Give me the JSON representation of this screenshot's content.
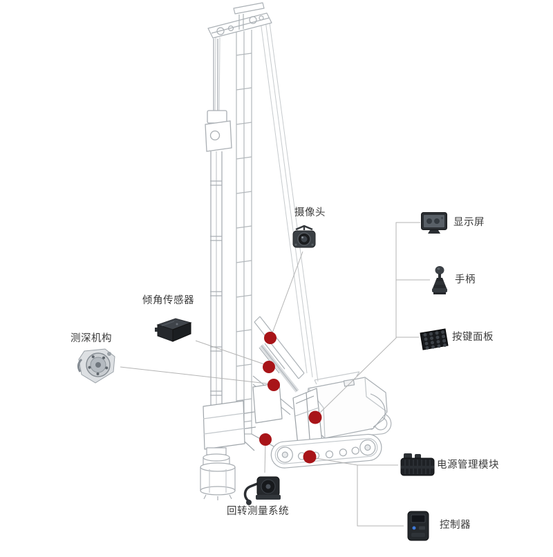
{
  "colors": {
    "marker": "#a81418",
    "callout_line": "#b3b3b3",
    "label_text": "#3b3b3b",
    "drawing_line": "#b2b7bb",
    "background": "#ffffff"
  },
  "components": {
    "camera": {
      "label": "摄像头",
      "icon": "camera-icon"
    },
    "display": {
      "label": "显示屏",
      "icon": "monitor-icon"
    },
    "joystick": {
      "label": "手柄",
      "icon": "joystick-icon"
    },
    "keypad": {
      "label": "按键面板",
      "icon": "keypad-icon"
    },
    "tilt_sensor": {
      "label": "倾角传感器",
      "icon": "tilt-sensor-icon"
    },
    "depth_mechanism": {
      "label": "测深机构",
      "icon": "depth-pulley-icon"
    },
    "rotation_system": {
      "label": "回转测量系统",
      "icon": "rotary-encoder-icon"
    },
    "power_module": {
      "label": "电源管理模块",
      "icon": "power-module-icon"
    },
    "controller": {
      "label": "控制器",
      "icon": "controller-icon"
    }
  },
  "markers": {
    "count": "6"
  }
}
